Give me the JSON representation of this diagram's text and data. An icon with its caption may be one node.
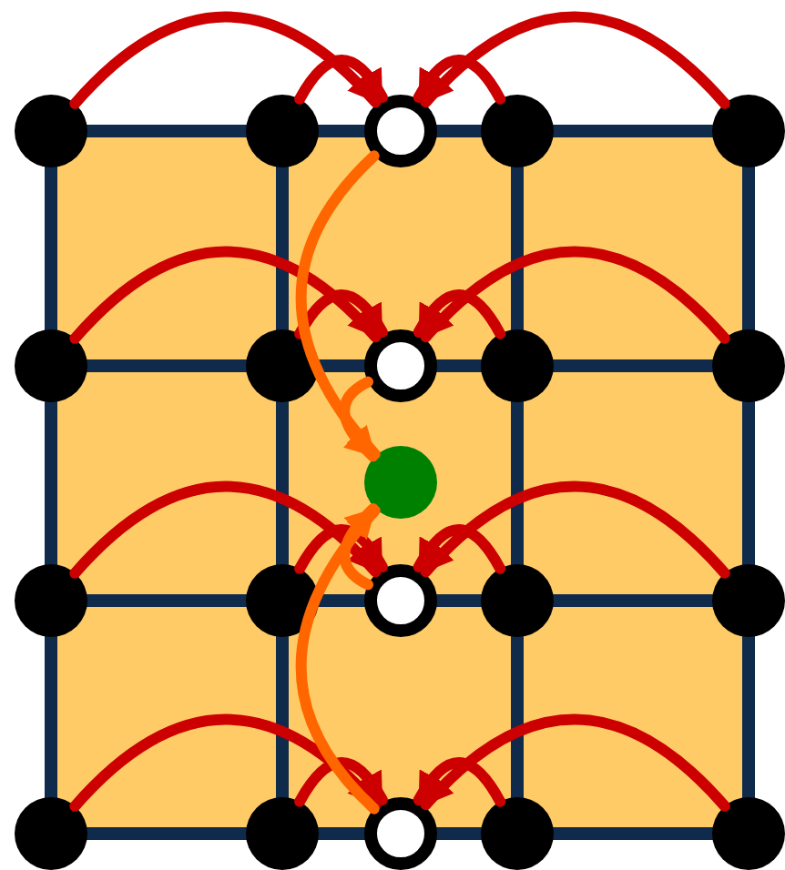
{
  "diagram": {
    "nodes": [
      {
        "text": [],
        "shape": "circle"
      },
      {
        "text": [],
        "shape": "circle"
      },
      {
        "text": [],
        "shape": "circle"
      },
      {
        "text": [],
        "shape": "circle"
      },
      {
        "text": [],
        "shape": "circle"
      },
      {
        "text": [],
        "shape": "circle"
      },
      {
        "text": [],
        "shape": "circle"
      },
      {
        "text": [],
        "shape": "circle"
      },
      {
        "text": [],
        "shape": "circle"
      },
      {
        "text": [],
        "shape": "circle"
      },
      {
        "text": [],
        "shape": "circle"
      },
      {
        "text": [],
        "shape": "circle"
      },
      {
        "text": [],
        "shape": "circle"
      },
      {
        "text": [],
        "shape": "circle"
      },
      {
        "text": [],
        "shape": "circle"
      },
      {
        "text": [],
        "shape": "circle"
      },
      {
        "text": [],
        "shape": "circle"
      },
      {
        "text": [],
        "shape": "circle"
      },
      {
        "text": [],
        "shape": "circle"
      },
      {
        "text": [],
        "shape": "circle"
      },
      {
        "text": [],
        "shape": "circle"
      }
    ],
    "edges": [
      {
        "from": 0,
        "to": 2,
        "arrow": "to"
      },
      {
        "from": 1,
        "to": 2,
        "arrow": "to"
      },
      {
        "from": 4,
        "to": 2,
        "arrow": "to"
      },
      {
        "from": 3,
        "to": 2,
        "arrow": "to"
      },
      {
        "from": 5,
        "to": 7,
        "arrow": "to"
      },
      {
        "from": 6,
        "to": 7,
        "arrow": "to"
      },
      {
        "from": 9,
        "to": 7,
        "arrow": "to"
      },
      {
        "from": 8,
        "to": 7,
        "arrow": "to"
      },
      {
        "from": 11,
        "to": 13,
        "arrow": "to"
      },
      {
        "from": 12,
        "to": 13,
        "arrow": "to"
      },
      {
        "from": 15,
        "to": 13,
        "arrow": "to"
      },
      {
        "from": 14,
        "to": 13,
        "arrow": "to"
      },
      {
        "from": 16,
        "to": 18,
        "arrow": "to"
      },
      {
        "from": 17,
        "to": 18,
        "arrow": "to"
      },
      {
        "from": 20,
        "to": 18,
        "arrow": "to"
      },
      {
        "from": 19,
        "to": 18,
        "arrow": "to"
      },
      {
        "from": 2,
        "to": 10,
        "arrow": "to",
        "color": "#ff6600"
      },
      {
        "from": 7,
        "to": 10,
        "arrow": "to",
        "color": "#ff6600"
      },
      {
        "from": 13,
        "to": 10,
        "arrow": "to",
        "color": "#ff6600"
      },
      {
        "from": 18,
        "to": 10,
        "arrow": "to",
        "color": "#ff6600"
      }
    ]
  }
}
